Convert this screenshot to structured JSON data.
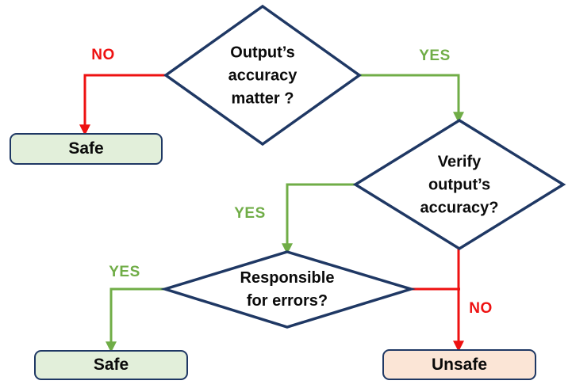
{
  "flowchart": {
    "decisions": {
      "accuracy_matter": "Output’s\naccuracy\nmatter ?",
      "verify_accuracy": "Verify\noutput’s\naccuracy?",
      "responsible_errors": "Responsible\nfor errors?"
    },
    "terminals": {
      "safe_top": "Safe",
      "safe_bottom": "Safe",
      "unsafe": "Unsafe"
    },
    "edges": {
      "no_top": {
        "from": "accuracy_matter",
        "to": "safe_top",
        "label": "NO"
      },
      "yes_top": {
        "from": "accuracy_matter",
        "to": "verify_accuracy",
        "label": "YES"
      },
      "yes_mid": {
        "from": "verify_accuracy",
        "to": "responsible_errors",
        "label": "YES"
      },
      "no_bottom": {
        "from": "verify_accuracy",
        "to": "unsafe",
        "label": "NO"
      },
      "yes_bottom": {
        "from": "responsible_errors",
        "to": "safe_bottom",
        "label": "YES"
      },
      "join_no": {
        "from": "responsible_errors",
        "to": "unsafe",
        "label": ""
      }
    },
    "colors": {
      "decision_border": "#1F3864",
      "yes_green": "#70AD47",
      "no_red": "#EE1111",
      "safe_fill": "#E2EFDA",
      "unsafe_fill": "#FBE5D6",
      "background": "#FFFFFF",
      "text": "#0B0B0B"
    }
  }
}
